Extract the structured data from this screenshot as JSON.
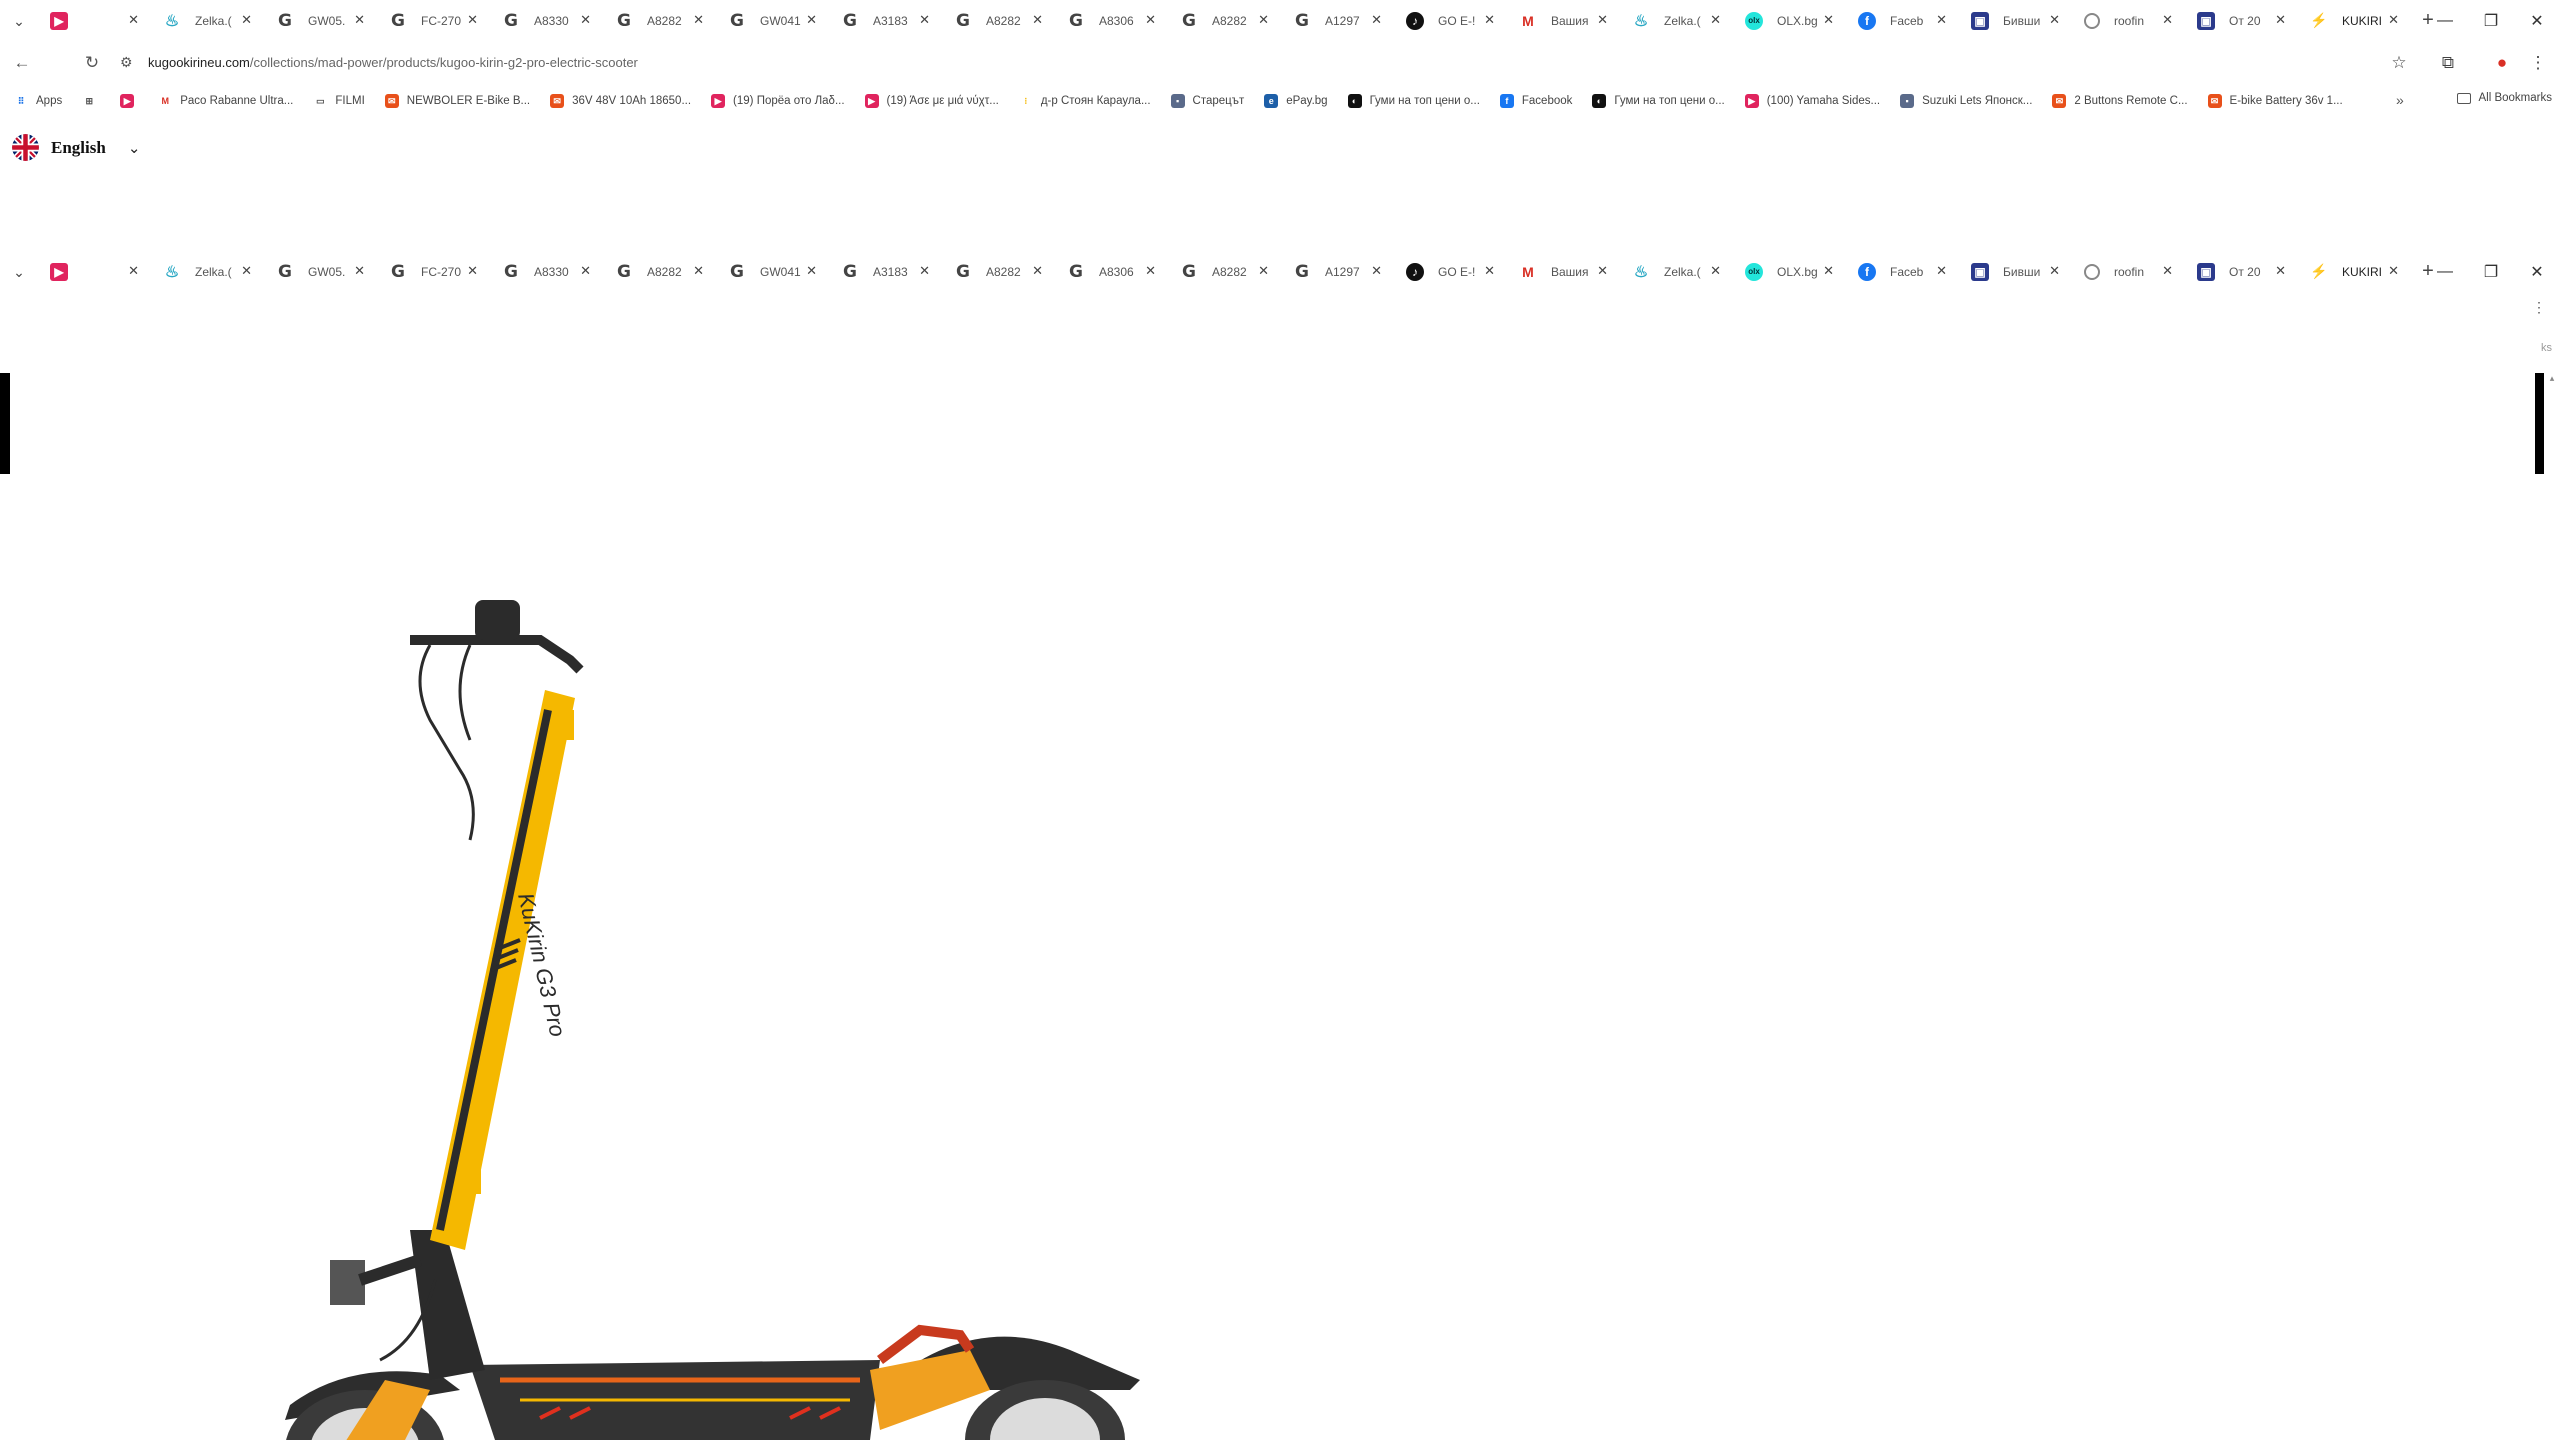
{
  "browser": {
    "tabs": [
      {
        "icon": "youtube-icon",
        "title": ""
      },
      {
        "icon": "zelka-icon",
        "title": "Zelka.("
      },
      {
        "icon": "google-icon",
        "title": "GW05."
      },
      {
        "icon": "google-icon",
        "title": "FC-270"
      },
      {
        "icon": "google-icon",
        "title": "A8330"
      },
      {
        "icon": "google-icon",
        "title": "A8282"
      },
      {
        "icon": "google-icon",
        "title": "GW041"
      },
      {
        "icon": "google-icon",
        "title": "A3183"
      },
      {
        "icon": "google-icon",
        "title": "A8282"
      },
      {
        "icon": "google-icon",
        "title": "A8306"
      },
      {
        "icon": "google-icon",
        "title": "A8282"
      },
      {
        "icon": "google-icon",
        "title": "A1297"
      },
      {
        "icon": "tiktok-icon",
        "title": "GO E-!"
      },
      {
        "icon": "gmail-icon",
        "title": "Вашия"
      },
      {
        "icon": "zelka-icon",
        "title": "Zelka.("
      },
      {
        "icon": "olx-icon",
        "title": "OLX.bg"
      },
      {
        "icon": "facebook-icon",
        "title": "Faceb"
      },
      {
        "icon": "image-icon",
        "title": "Бивши"
      },
      {
        "icon": "globe-icon",
        "title": "roofin"
      },
      {
        "icon": "image-icon",
        "title": "От 20"
      },
      {
        "icon": "kukirin-icon",
        "title": "KUKIRI",
        "active": true
      }
    ],
    "url_host": "kugookirineu.com",
    "url_path": "/collections/mad-power/products/kugoo-kirin-g2-pro-electric-scooter",
    "bookmarks": [
      {
        "label": "Apps",
        "icon": "apps-icon"
      },
      {
        "label": "",
        "icon": "grid-icon"
      },
      {
        "label": "",
        "icon": "youtube-icon"
      },
      {
        "label": "Paco Rabanne Ultra...",
        "icon": "gmail-icon"
      },
      {
        "label": "FILMI",
        "icon": "folder-icon"
      },
      {
        "label": "NEWBOLER E-Bike B...",
        "icon": "aliexpress-icon"
      },
      {
        "label": "36V 48V 10Ah 18650...",
        "icon": "aliexpress-icon"
      },
      {
        "label": "(19) Порёа ото Лаδ...",
        "icon": "youtube-icon"
      },
      {
        "label": "(19) Άσε με μιά νύχτ...",
        "icon": "youtube-icon"
      },
      {
        "label": "д-р Стоян Караула...",
        "icon": "pin-icon"
      },
      {
        "label": "Старецът",
        "icon": "page-icon"
      },
      {
        "label": "ePay.bg",
        "icon": "epay-icon"
      },
      {
        "label": "Гуми на топ цени о...",
        "icon": "tire-icon"
      },
      {
        "label": "Facebook",
        "icon": "facebook-icon"
      },
      {
        "label": "Гуми на топ цени о...",
        "icon": "tire-icon"
      },
      {
        "label": "(100) Yamaha Sides...",
        "icon": "youtube-icon"
      },
      {
        "label": "Suzuki Lets Японск...",
        "icon": "page-icon"
      },
      {
        "label": "2 Buttons Remote C...",
        "icon": "aliexpress-icon"
      },
      {
        "label": "E-bike Battery 36v 1...",
        "icon": "aliexpress-icon"
      }
    ],
    "all_bookmarks": "All Bookmarks",
    "more_bookmarks": "»"
  },
  "page": {
    "language_label": "English",
    "side_label": "ks"
  },
  "product": {
    "frame_text": "KuKirin G3 Pro",
    "colors": {
      "accent": "#f5b800",
      "frame": "#2b2b2b",
      "orange": "#e8651a"
    }
  }
}
